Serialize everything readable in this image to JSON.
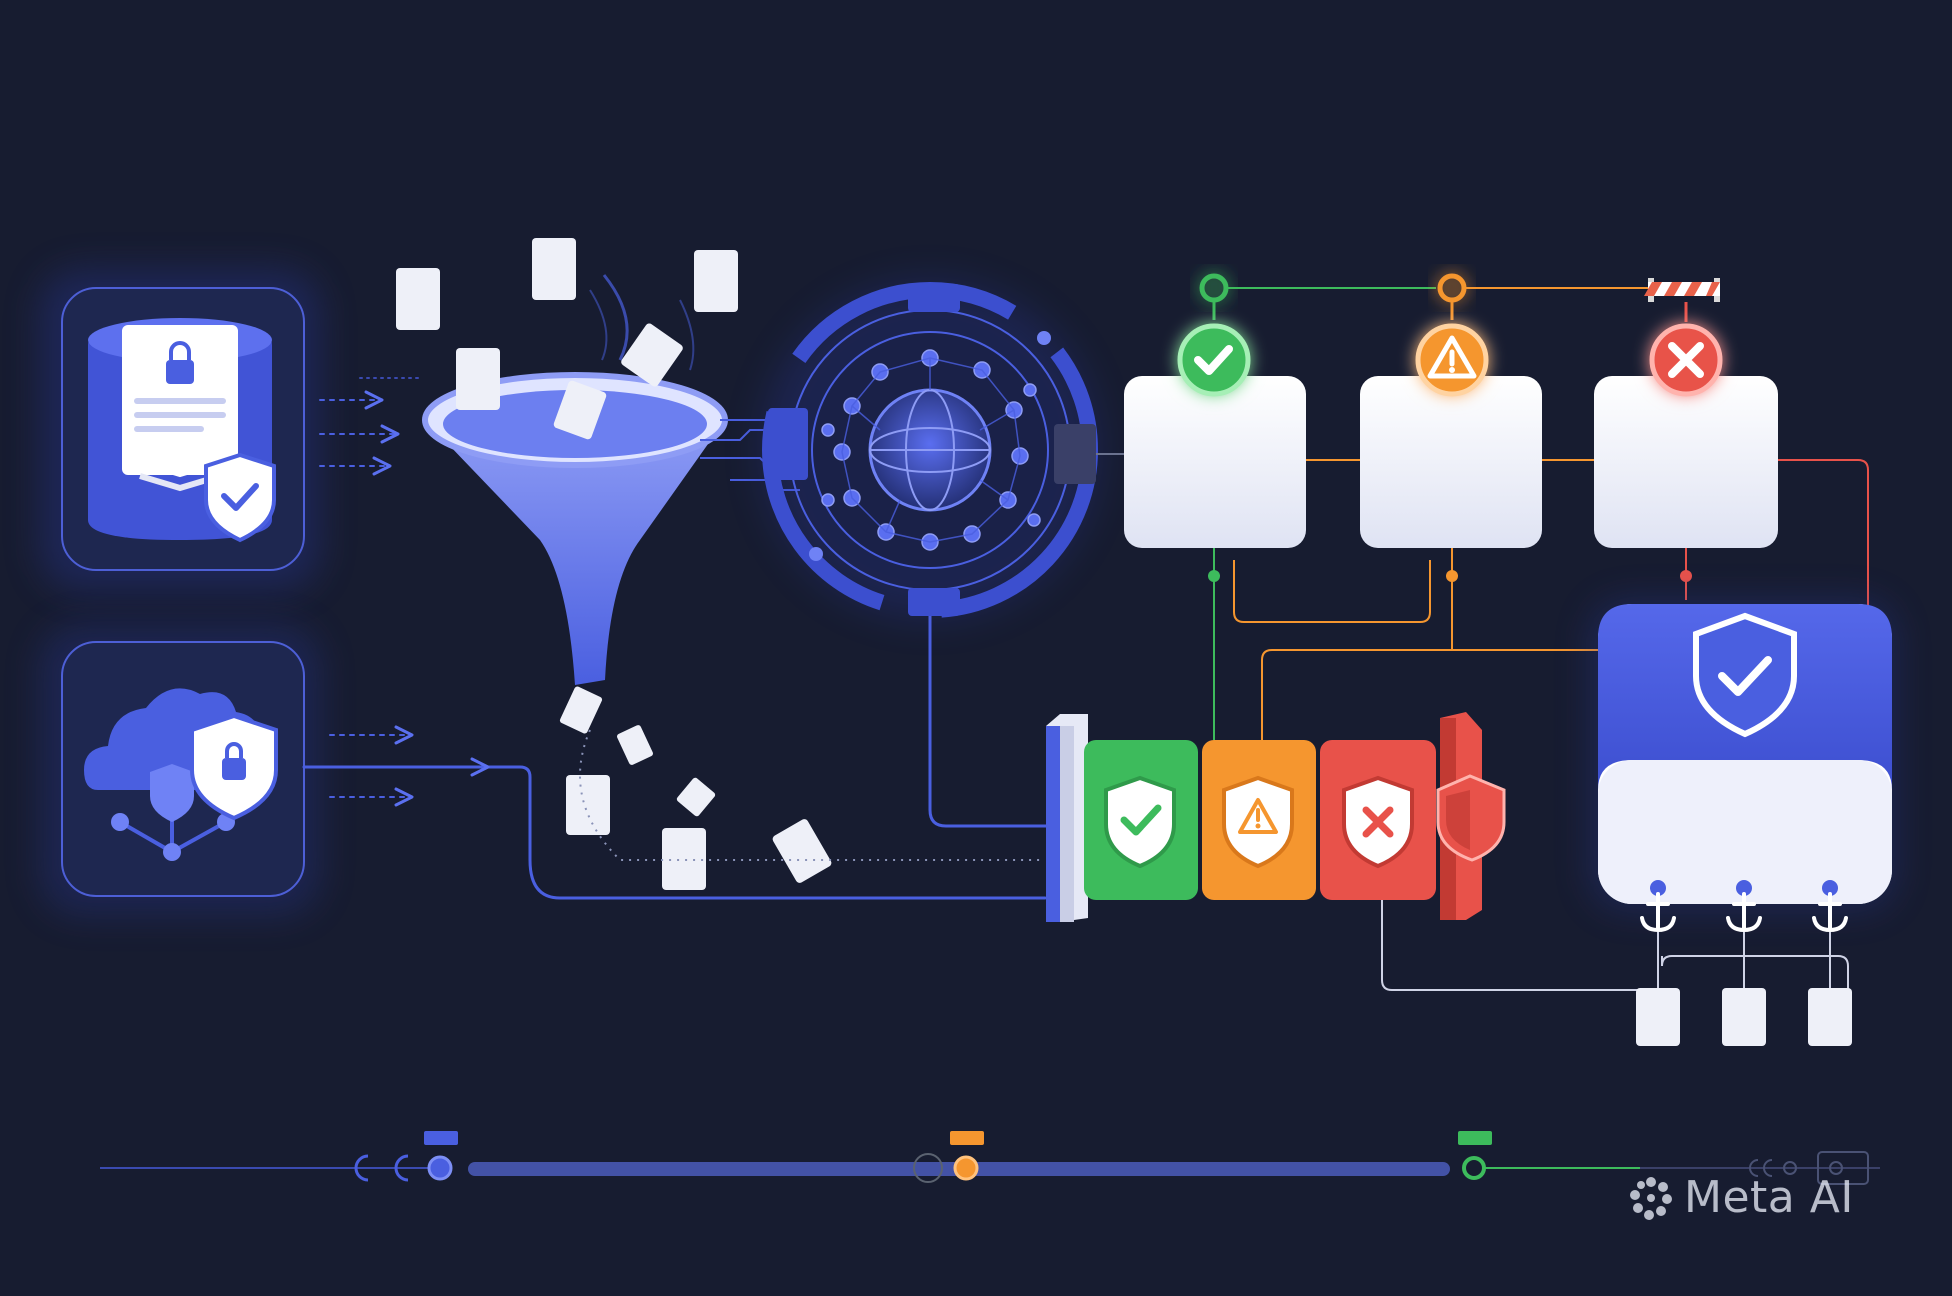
{
  "brand": {
    "label": "Meta AI",
    "icon": "flower-logo"
  },
  "colors": {
    "background": "#171c30",
    "accent": "#4a5fe0",
    "pass": "#3dbb5c",
    "warn": "#f5962f",
    "fail": "#e8524a",
    "paper": "#eef0f8"
  },
  "sources": [
    {
      "icon": "database-lock-shield-icon"
    },
    {
      "icon": "cloud-network-lock-shield-icon"
    }
  ],
  "stages": [
    "funnel-icon",
    "neural-globe-icon"
  ],
  "validation_cards": [
    {
      "status": "pass",
      "icon": "check-icon"
    },
    {
      "status": "warn",
      "icon": "warning-icon"
    },
    {
      "status": "fail",
      "icon": "x-icon"
    }
  ],
  "shield_gate": [
    {
      "status": "pass",
      "icon": "shield-check-icon"
    },
    {
      "status": "warn",
      "icon": "shield-warning-icon"
    },
    {
      "status": "fail",
      "icon": "shield-x-icon"
    }
  ],
  "vault": {
    "icon": "shield-check-icon",
    "anchors": 3,
    "outputs": 3
  },
  "timeline_markers": [
    "accent",
    "warn",
    "pass"
  ]
}
